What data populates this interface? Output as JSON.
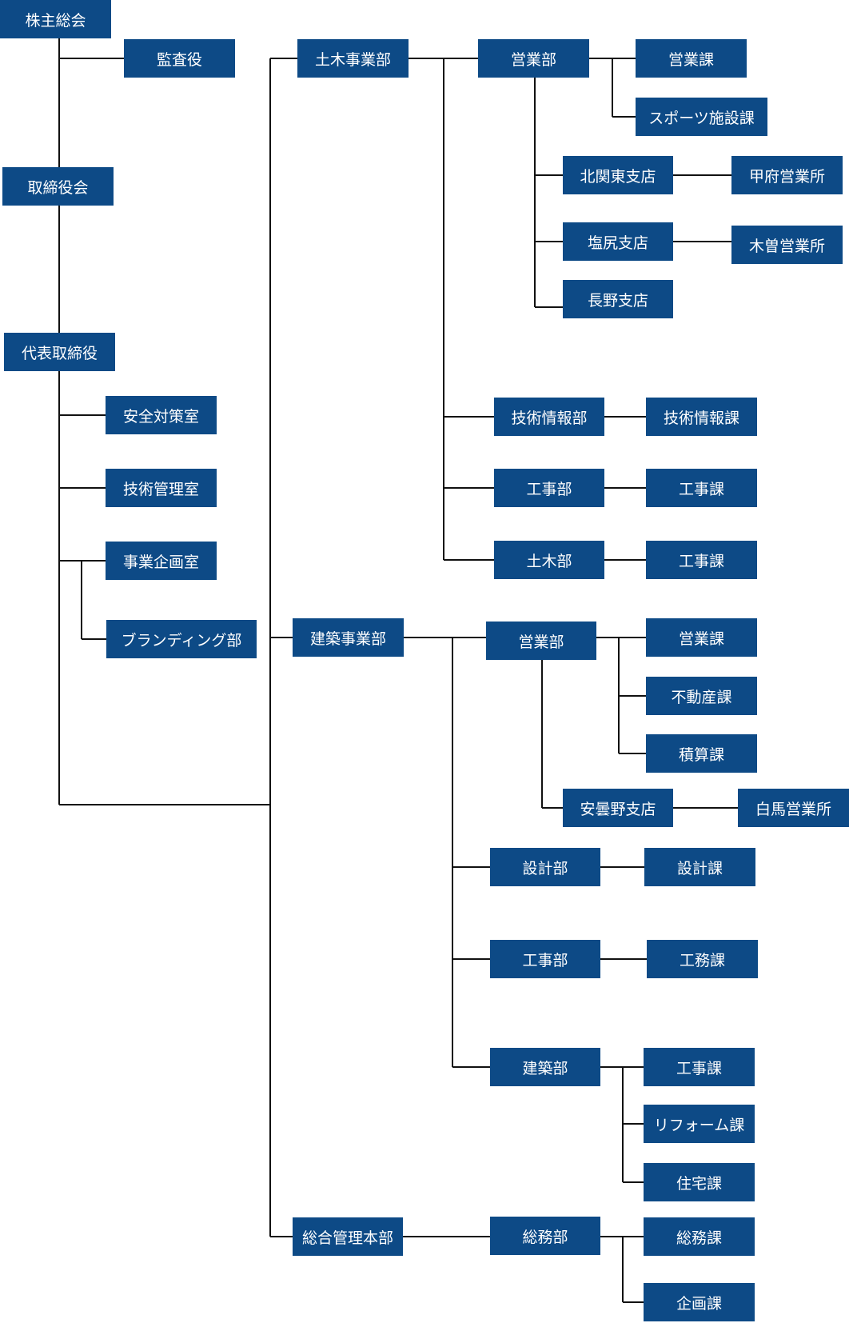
{
  "org_chart": {
    "shareholders_meeting": "株主総会",
    "auditor": "監査役",
    "board_of_directors": "取締役会",
    "representative_director": "代表取締役",
    "safety_office": "安全対策室",
    "tech_management_office": "技術管理室",
    "business_planning_office": "事業企画室",
    "branding_dept": "ブランディング部",
    "civil_division": {
      "name": "土木事業部",
      "sales_dept": "営業部",
      "sales_section": "営業課",
      "sports_facility_section": "スポーツ施設課",
      "kita_kanto_branch": "北関東支店",
      "kofu_office": "甲府営業所",
      "shiojiri_branch": "塩尻支店",
      "kiso_office": "木曽営業所",
      "nagano_branch": "長野支店",
      "tech_info_dept": "技術情報部",
      "tech_info_section": "技術情報課",
      "construction_dept": "工事部",
      "construction_section": "工事課",
      "civil_dept": "土木部",
      "civil_construction_section": "工事課"
    },
    "building_division": {
      "name": "建築事業部",
      "sales_dept": "営業部",
      "sales_section": "営業課",
      "real_estate_section": "不動産課",
      "estimation_section": "積算課",
      "azumino_branch": "安曇野支店",
      "hakuba_office": "白馬営業所",
      "design_dept": "設計部",
      "design_section": "設計課",
      "construction_dept": "工事部",
      "works_section": "工務課",
      "building_dept": "建築部",
      "construction_section": "工事課",
      "reform_section": "リフォーム課",
      "housing_section": "住宅課"
    },
    "general_management": {
      "name": "総合管理本部",
      "general_affairs_dept": "総務部",
      "general_affairs_section": "総務課",
      "planning_section": "企画課"
    }
  }
}
